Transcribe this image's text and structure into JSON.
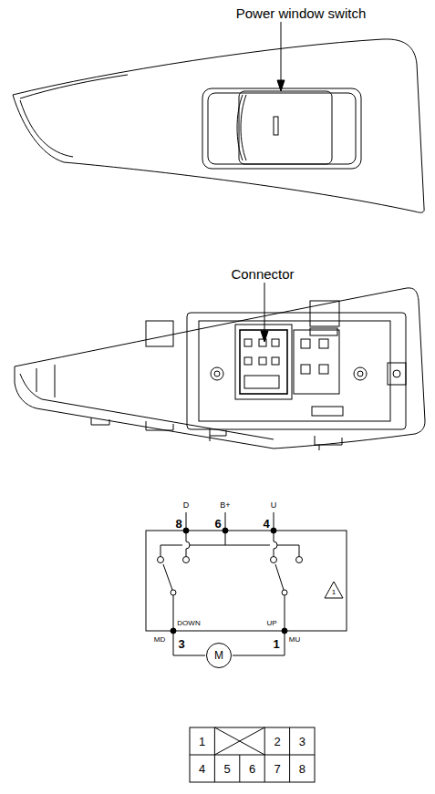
{
  "diagram": {
    "nodes": [
      {
        "text": [
          "M"
        ]
      }
    ],
    "labels": [
      "Power window switch",
      "Connector",
      "D",
      "B+",
      "U",
      "8",
      "6",
      "4",
      "DOWN",
      "UP",
      "MD",
      "3",
      "1",
      "MU",
      "1",
      "1",
      "2",
      "3",
      "4",
      "5",
      "6",
      "7",
      "8"
    ]
  }
}
